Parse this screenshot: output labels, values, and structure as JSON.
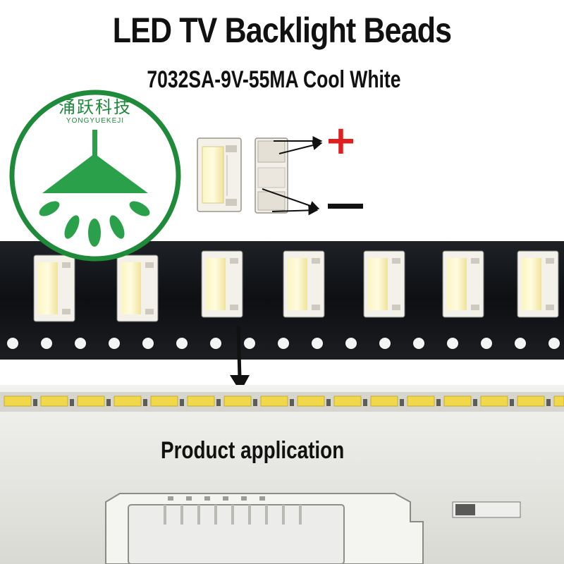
{
  "title": "LED TV Backlight Beads",
  "subtitle": "7032SA-9V-55MA Cool White",
  "logo": {
    "name_cn": "涌跃科技",
    "name_en": "YONGYUEKEJI",
    "color": "#1f8a3a"
  },
  "polarity": {
    "positive": "+",
    "negative": "—",
    "positive_color": "#e02020",
    "negative_color": "#111111"
  },
  "application_label": "Product application",
  "colors": {
    "tape": "#15171a",
    "bead_body": "#f4f1ea",
    "bead_lens": "#f6f0a8",
    "strip_yellow": "#f1d84a",
    "board": "#e8e8e4"
  }
}
